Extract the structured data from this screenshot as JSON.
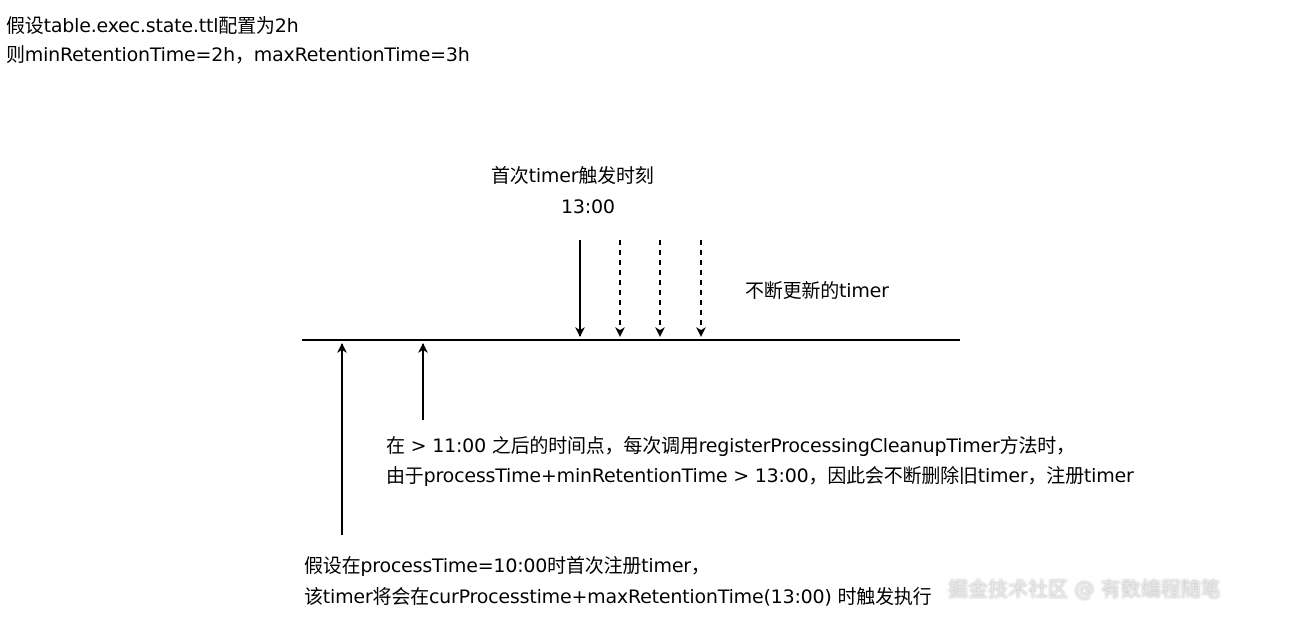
{
  "header": {
    "line1": "假设table.exec.state.ttl配置为2h",
    "line2": "则minRetentionTime=2h，maxRetentionTime=3h"
  },
  "first_timer": {
    "title": "首次timer触发时刻",
    "time": "13:00"
  },
  "updating_timer_label": "不断更新的timer",
  "note_after_11": {
    "line1": "在 > 11:00 之后的时间点，每次调用registerProcessingCleanupTimer方法时，",
    "line2": "由于processTime+minRetentionTime > 13:00，因此会不断删除旧timer，注册timer"
  },
  "note_first_register": {
    "line1": "假设在processTime=10:00时首次注册timer，",
    "line2": "该timer将会在curProcesstime+maxRetentionTime(13:00) 时触发执行"
  },
  "watermark": "掘金技术社区 @ 有数编程随笔",
  "colors": {
    "line": "#000000",
    "text": "#000000",
    "background": "#ffffff"
  }
}
